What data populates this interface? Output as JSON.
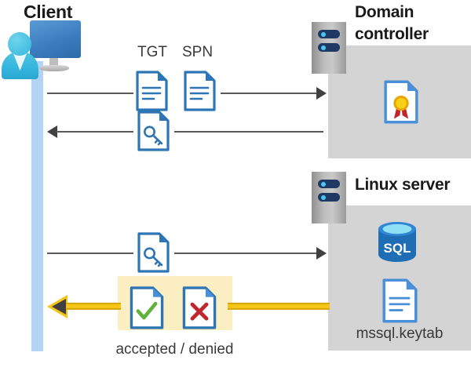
{
  "diagram": {
    "title": "Kerberos authentication flow between Client, Domain controller and Linux server",
    "colors": {
      "panel_gray": "#d4d4d4",
      "lifeline_blue": "#b3d4f5",
      "highlight_yellow": "#fbeec2",
      "arrow_yellow": "#f5c518",
      "arrow_gray": "#404040",
      "doc_blue": "#2e75b6",
      "check_green": "#5fb33c",
      "cross_red": "#c0272d",
      "sql_blue": "#1f6eb5",
      "cert_gold": "#f2c400",
      "cert_red": "#c0272d",
      "text_dark": "#1a1a1a",
      "text_gray": "#3a3a3a"
    }
  },
  "actors": {
    "client": {
      "label": "Client",
      "icon": "user-at-monitor-icon",
      "lifeline": "client-lifeline"
    },
    "domain_controller": {
      "label": "Domain\ncontroller",
      "label_line1": "Domain",
      "label_line2": "controller",
      "server_icon": "server-rack-icon",
      "contents": [
        {
          "icon": "certificate-document-icon",
          "name": "certificate"
        }
      ]
    },
    "linux_server": {
      "label": "Linux server",
      "server_icon": "server-rack-icon",
      "contents": [
        {
          "icon": "sql-database-icon",
          "name": "SQL",
          "text": "SQL"
        },
        {
          "icon": "keytab-document-icon",
          "name": "mssql.keytab",
          "text": "mssql.keytab"
        }
      ]
    }
  },
  "flows": [
    {
      "id": "request-tgt-spn",
      "direction": "right",
      "from": "client",
      "to": "domain_controller",
      "artifacts": [
        {
          "label": "TGT",
          "icon": "text-document-icon"
        },
        {
          "label": "SPN",
          "icon": "text-document-icon"
        }
      ]
    },
    {
      "id": "return-ticket",
      "direction": "left",
      "from": "domain_controller",
      "to": "client",
      "artifacts": [
        {
          "label": "",
          "icon": "key-document-icon"
        }
      ]
    },
    {
      "id": "present-ticket",
      "direction": "right",
      "from": "client",
      "to": "linux_server",
      "artifacts": [
        {
          "label": "",
          "icon": "key-document-icon"
        }
      ]
    },
    {
      "id": "auth-result",
      "direction": "left",
      "style": "yellow",
      "from": "linux_server",
      "to": "client",
      "caption": "accepted / denied",
      "artifacts": [
        {
          "label": "accepted",
          "icon": "check-document-icon"
        },
        {
          "label": "denied",
          "icon": "cross-document-icon"
        }
      ]
    }
  ],
  "labels": {
    "tgt": "TGT",
    "spn": "SPN",
    "client": "Client",
    "domain_controller_line1": "Domain",
    "domain_controller_line2": "controller",
    "linux_server": "Linux server",
    "keytab": "mssql.keytab",
    "result": "accepted / denied",
    "sql": "SQL"
  }
}
